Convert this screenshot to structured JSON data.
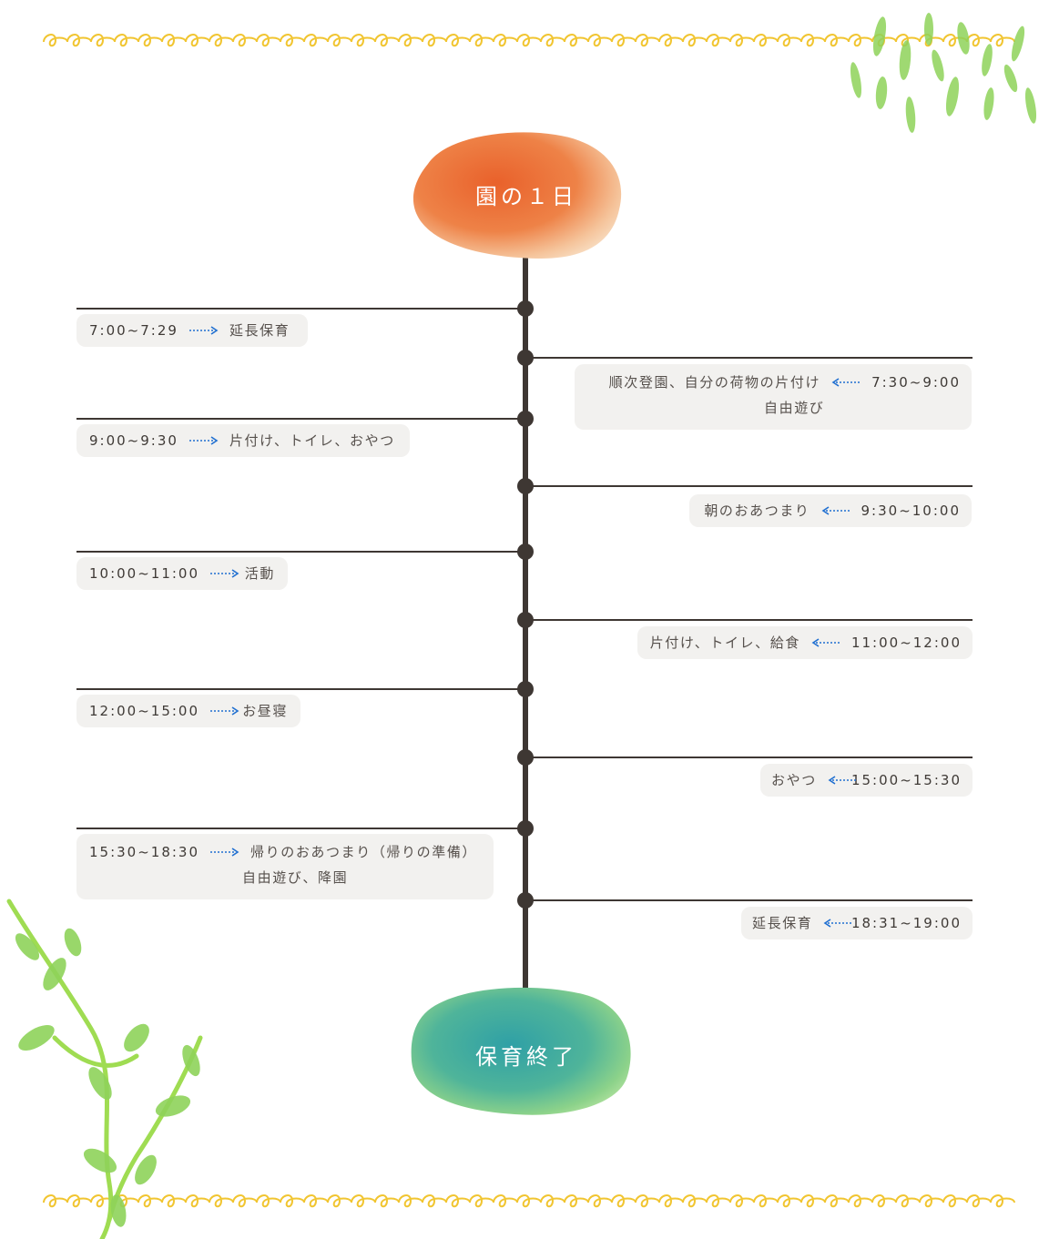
{
  "header": {
    "title": "園の１日"
  },
  "footer": {
    "title": "保育終了"
  },
  "colors": {
    "line": "#3e3733",
    "box": "#f2f1ef",
    "arrow": "#1f6fd1",
    "orange": "#ea6b3a",
    "teal": "#3fae9f",
    "scallop": "#f1c531",
    "leaf": "#8cd64a"
  },
  "schedule": [
    {
      "side": "left",
      "time": "7:00~7:29",
      "activity": "延長保育"
    },
    {
      "side": "right",
      "time": "7:30~9:00",
      "activity": "順次登園、自分の荷物の片付け",
      "activity2": "自由遊び"
    },
    {
      "side": "left",
      "time": "9:00~9:30",
      "activity": "片付け、トイレ、おやつ"
    },
    {
      "side": "right",
      "time": "9:30~10:00",
      "activity": "朝のおあつまり"
    },
    {
      "side": "left",
      "time": "10:00~11:00",
      "activity": "活動"
    },
    {
      "side": "right",
      "time": "11:00~12:00",
      "activity": "片付け、トイレ、給食"
    },
    {
      "side": "left",
      "time": "12:00~15:00",
      "activity": "お昼寝"
    },
    {
      "side": "right",
      "time": "15:00~15:30",
      "activity": "おやつ"
    },
    {
      "side": "left",
      "time": "15:30~18:30",
      "activity": "帰りのおあつまり（帰りの準備）",
      "activity2": "自由遊び、降園"
    },
    {
      "side": "right",
      "time": "18:31~19:00",
      "activity": "延長保育"
    }
  ]
}
